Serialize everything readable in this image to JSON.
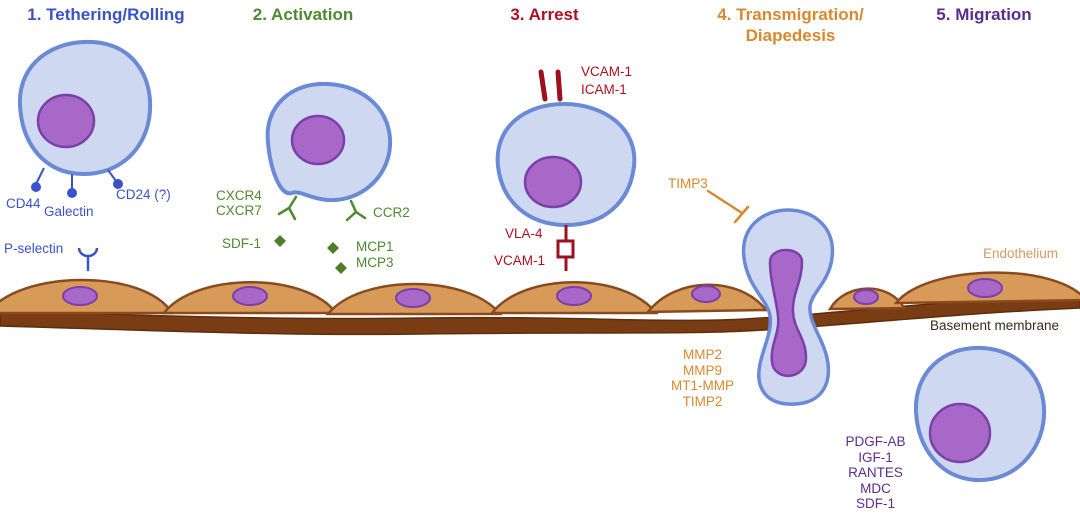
{
  "stage_titles": [
    {
      "label": "1. Tethering/Rolling"
    },
    {
      "label": "2. Activation"
    },
    {
      "label": "3. Arrest"
    },
    {
      "label": "4. Transmigration/",
      "label2": "Diapedesis"
    },
    {
      "label": "5. Migration"
    }
  ],
  "tethering": {
    "cd44": "CD44",
    "galectin": "Galectin",
    "cd24": "CD24 (?)",
    "p_selectin": "P-selectin"
  },
  "activation": {
    "cxcr4": "CXCR4",
    "cxcr7": "CXCR7",
    "sdf1": "SDF-1",
    "ccr2": "CCR2",
    "mcp1": "MCP1",
    "mcp3": "MCP3"
  },
  "arrest": {
    "vcam1_top": "VCAM-1",
    "icam1": "ICAM-1",
    "vla4": "VLA-4",
    "vcam1_bottom": "VCAM-1"
  },
  "transmigration": {
    "timp3": "TIMP3",
    "factors": [
      "MMP2",
      "MMP9",
      "MT1-MMP",
      "TIMP2"
    ]
  },
  "migration": {
    "factors": [
      "PDGF-AB",
      "IGF-1",
      "RANTES",
      "MDC",
      "SDF-1"
    ]
  },
  "tissue": {
    "endothelium": "Endothelium",
    "basement_membrane": "Basement membrane"
  },
  "colors": {
    "stage1_blue": "#3a53c8",
    "stage2_green": "#4e8a2e",
    "stage3_red": "#b01020",
    "stage4_orange": "#d9882f",
    "stage5_purple": "#5c2d91",
    "cell_fill": "#ced8f0",
    "cell_stroke": "#6b8ad6",
    "nucleus_fill": "#a868c8",
    "nucleus_stroke": "#7a3fa8",
    "endothelium_fill": "#d89a58",
    "endothelium_stroke": "#8a4a20",
    "basement_membrane_fill": "#7a3c12",
    "endothelium_label_color": "#d59a5e",
    "basement_label_color": "#3c2a14"
  }
}
